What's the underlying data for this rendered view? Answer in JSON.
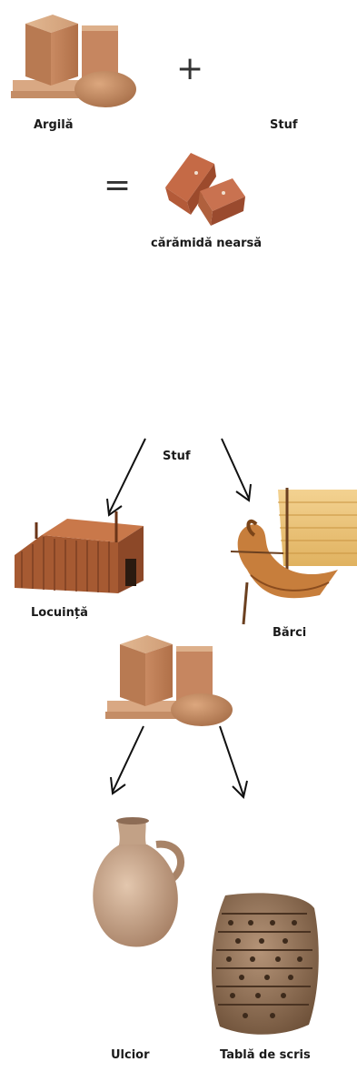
{
  "row1": {
    "left_label": "Argilă",
    "operator": "+",
    "right_label": "Stuf"
  },
  "row2": {
    "operator": "=",
    "result_label": "cărămidă nearsă"
  },
  "reed_section": {
    "center_label": "Stuf",
    "left_label": "Locuință",
    "right_label": "Bărci"
  },
  "clay_section": {
    "left_label": "Ulcior",
    "right_label": "Tablă de scris"
  }
}
